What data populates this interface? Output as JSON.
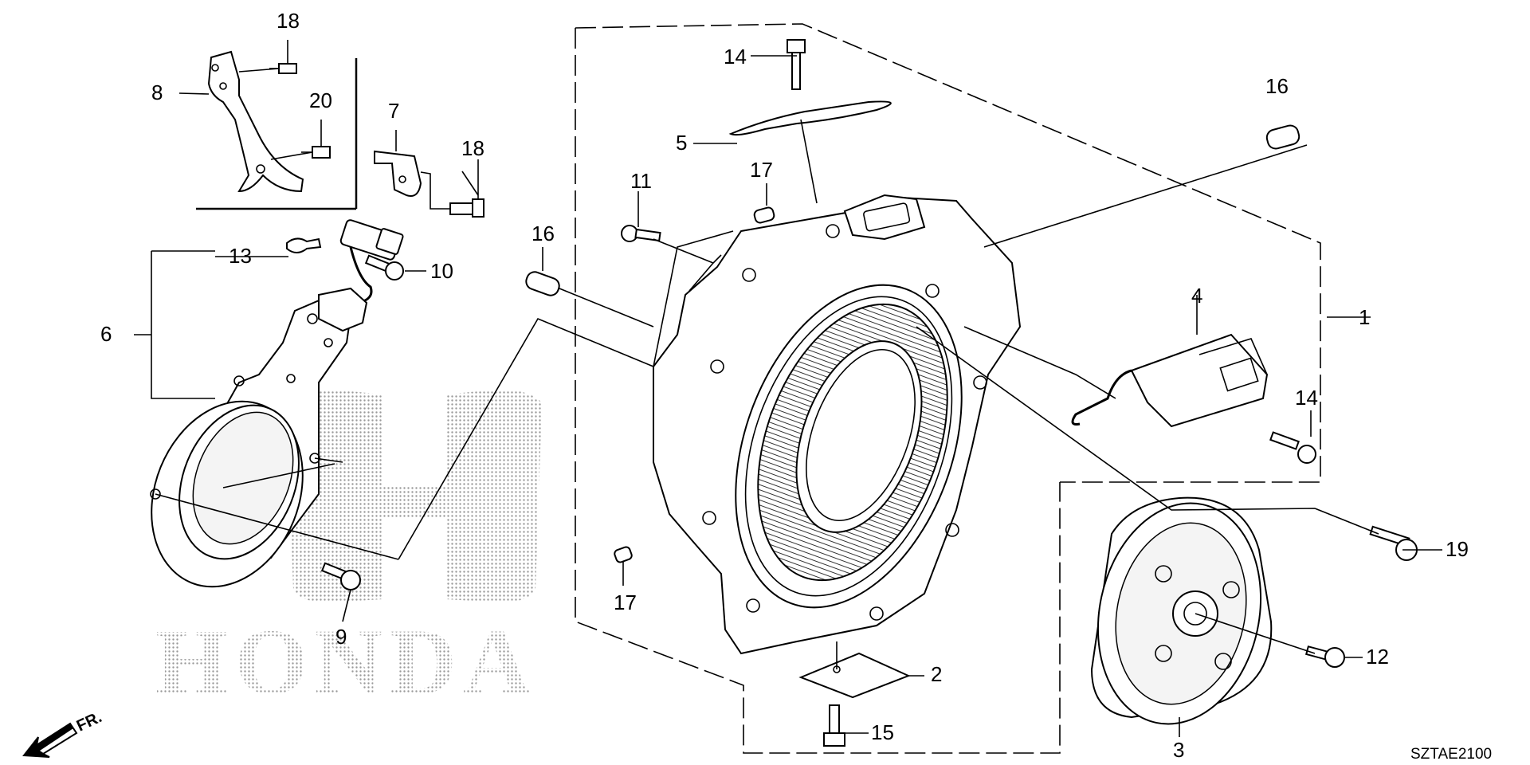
{
  "diagram": {
    "code": "SZTAE2100",
    "direction_label": "FR.",
    "watermark_text": "HONDA",
    "callouts": [
      "1",
      "2",
      "3",
      "4",
      "5",
      "6",
      "7",
      "8",
      "9",
      "10",
      "11",
      "12",
      "13",
      "14",
      "14",
      "15",
      "16",
      "16",
      "17",
      "17",
      "18",
      "18",
      "19",
      "20"
    ]
  }
}
